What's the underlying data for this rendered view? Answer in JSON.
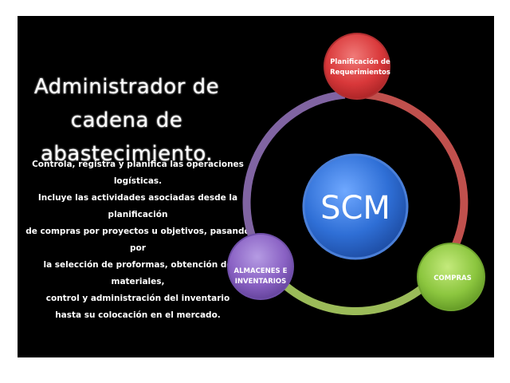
{
  "slide": {
    "title": "Administrador de cadena de abastecimiento.",
    "description": "Controla, registra y planifica las operaciones logísticas.\nIncluye las actividades asociadas desde la planificación\nde compras por proyectos u objetivos, pasando por\nla selección de proformas, obtención de materiales,\ncontrol y administración del inventario\nhasta su colocación en el mercado."
  },
  "diagram": {
    "center": {
      "label": "SCM",
      "color": "#2f6fd6"
    },
    "nodes": [
      {
        "id": "planificacion",
        "line1": "Planificación de",
        "line2": "Requerimientos",
        "color": "#d9383a"
      },
      {
        "id": "compras",
        "line1": "COMPRAS",
        "line2": "",
        "color": "#8cc63f"
      },
      {
        "id": "almacenes",
        "line1": "ALMACENES E",
        "line2": "INVENTARIOS",
        "color": "#8a62c4"
      }
    ],
    "ring_colors": {
      "red_arc": "#c0504d",
      "green_arc": "#9bbb59",
      "purple_arc": "#8064a2"
    }
  }
}
